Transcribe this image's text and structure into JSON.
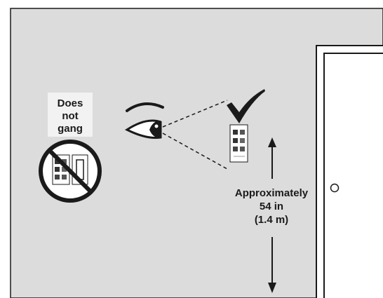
{
  "warning": {
    "label_lines": [
      "Does",
      "not",
      "gang"
    ]
  },
  "height_note": {
    "label_lines": [
      "Approximately",
      "54 in",
      "(1.4 m)"
    ]
  },
  "colors": {
    "wall": "#dcdcdc",
    "outline": "#1a1a1a",
    "door": "#ffffff",
    "label_box": "#f2f2f2"
  },
  "icons": [
    "eye-icon",
    "checkmark-icon",
    "prohibited-icon",
    "keypad-icon",
    "door-knob-icon"
  ]
}
